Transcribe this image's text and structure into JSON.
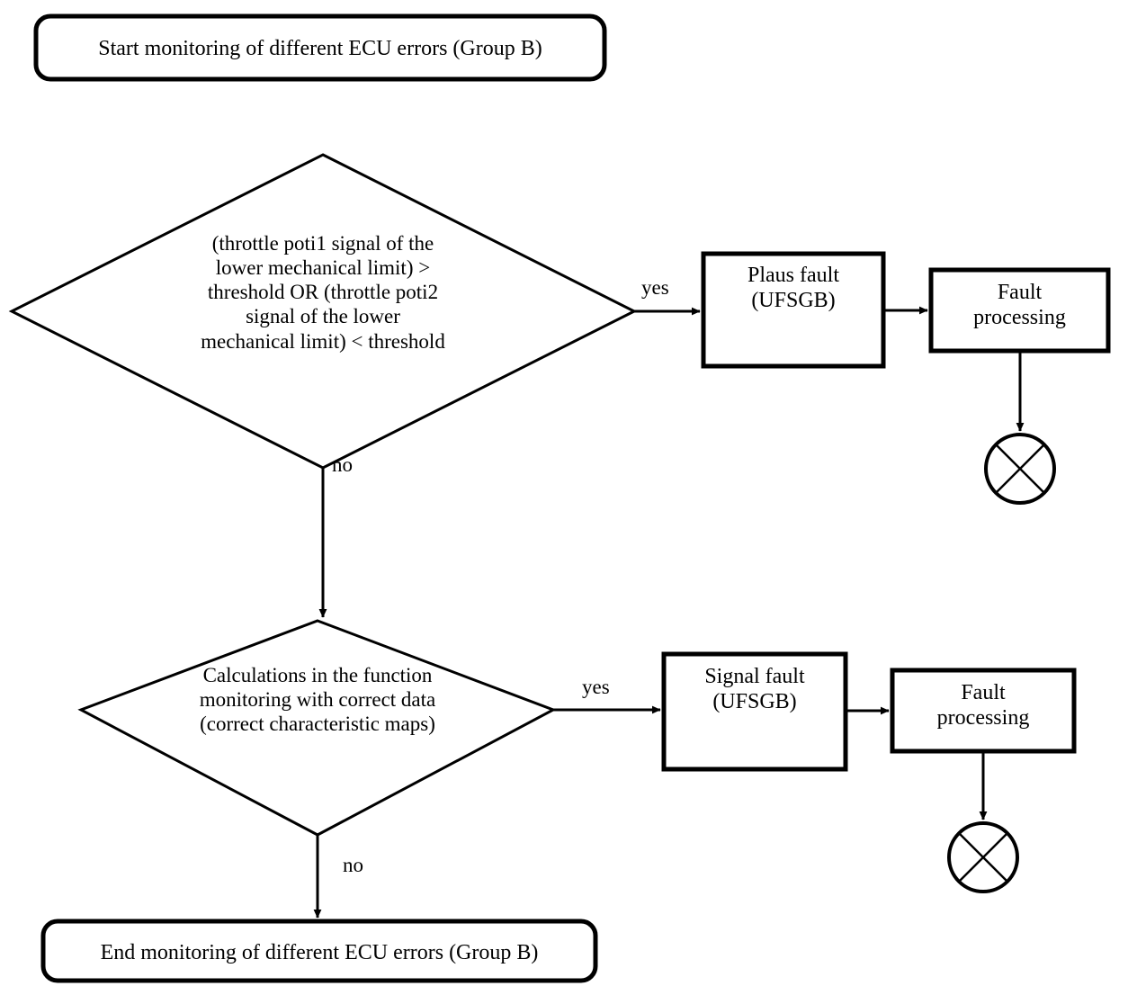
{
  "diagram": {
    "title": "ECU error monitoring flowchart (Group B)",
    "type": "flowchart",
    "background_color": "#ffffff",
    "line_color": "#000000",
    "text_color": "#000000"
  },
  "nodes": {
    "start": {
      "shape": "rounded-rectangle",
      "label": "Start monitoring of different ECU errors (Group B)"
    },
    "decision1": {
      "shape": "diamond",
      "label": "(throttle poti1 signal of the\nlower mechanical limit) >\nthreshold OR (throttle poti2\nsignal of the lower\nmechanical limit) < threshold"
    },
    "plaus_fault": {
      "shape": "rectangle",
      "label": "Plaus fault\n(UFSGB)"
    },
    "fault_processing_1": {
      "shape": "rectangle",
      "label": "Fault\nprocessing"
    },
    "end_circle_1": {
      "shape": "circle-with-cross",
      "label": ""
    },
    "decision2": {
      "shape": "diamond",
      "label": "Calculations in the function\nmonitoring with correct data\n(correct characteristic maps)"
    },
    "signal_fault": {
      "shape": "rectangle",
      "label": "Signal fault\n(UFSGB)"
    },
    "fault_processing_2": {
      "shape": "rectangle",
      "label": "Fault\nprocessing"
    },
    "end_circle_2": {
      "shape": "circle-with-cross",
      "label": ""
    },
    "end": {
      "shape": "rounded-rectangle",
      "label": "End monitoring of different ECU errors (Group B)"
    }
  },
  "edge_labels": {
    "decision1_yes": "yes",
    "decision1_no": "no",
    "decision2_yes": "yes",
    "decision2_no": "no"
  }
}
